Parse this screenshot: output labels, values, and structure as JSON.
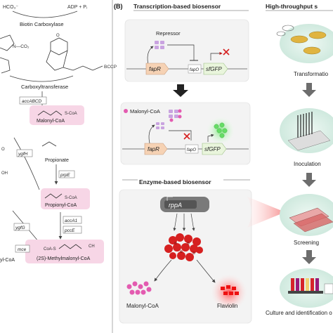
{
  "panel_a": {
    "top_left_text": "HCO₃⁻",
    "top_right_text": "ADP + Pᵢ",
    "biotin_carboxylase": "Biotin Carboxylase",
    "co2_label": "N—CO₂",
    "bccp_label": "BCCP",
    "carboxyltransferase": "Carboxyltransferase",
    "accabcd": "accABCD",
    "malonyl_coa": "Malonyl-CoA",
    "s_coa": "S-CoA",
    "ygfh": "ygfH",
    "propionate": "Propionate",
    "prpe": "prpE",
    "propionyl_coa": "Propionyl-CoA",
    "s_coa_2": "S-CoA",
    "ygfg": "ygfG",
    "acca1": "accA1",
    "pcce": "pccE",
    "mce": "mce",
    "coa_s": "CoA-S",
    "methylmalonyl": "(2S)-Methylmalonyl-CoA",
    "left_edge_coa": "yl-CoA",
    "left_edge_oh": "OH",
    "left_edge_o": "O",
    "ch_label": "CH"
  },
  "panel_b": {
    "label": "(B)",
    "transcription_header": "Transcription-based biosensor",
    "htp_header": "High-throughput s",
    "repressor": "Repressor",
    "fapr": "fapR",
    "fapo": "fapO",
    "sfgfp": "sfGFP",
    "malonyl_coa": "Malonyl-CoA",
    "fapr2": "fapR",
    "fapo2": "fapO",
    "sfgfp2": "sfGFP",
    "enzyme_header": "Enzyme-based biosensor",
    "rppa": "rppA",
    "malonyl_coa_bottom": "Malonyl-CoA",
    "flaviolin": "Flaviolin",
    "transformation": "Transformatio",
    "inoculation": "Inoculation",
    "screening": "Screening",
    "culture": "Culture and identification o"
  },
  "colors": {
    "pink_box": "#f7d6e6",
    "lavender": "#c9a3e0",
    "peach": "#f6d2b4",
    "green_gfp": "#66dd66",
    "red": "#d62020",
    "teal": "#d4ece4",
    "gray_arrow": "#5c5c5c"
  }
}
